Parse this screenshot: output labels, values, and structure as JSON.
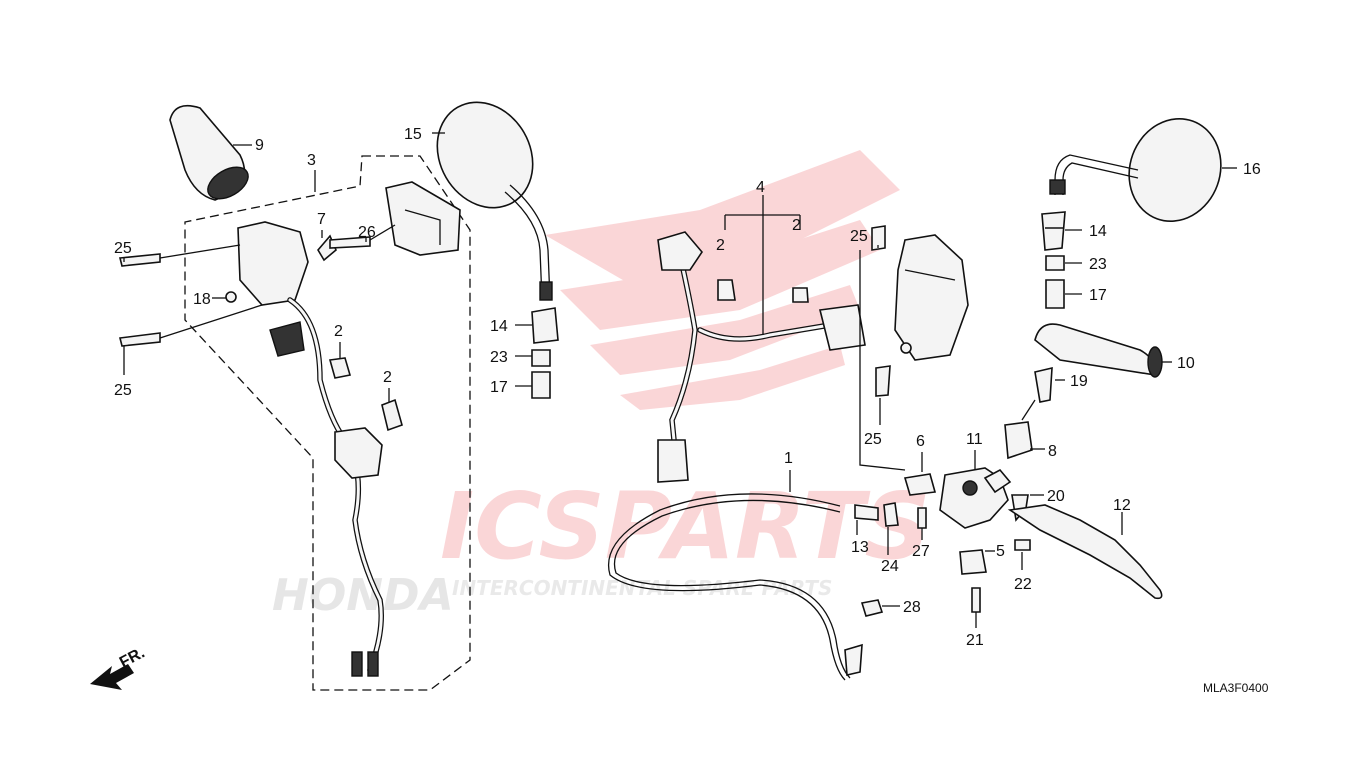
{
  "diagram": {
    "code": "MLA3F0400",
    "front_label": "FR.",
    "watermark": {
      "brand": "ICSPARTS",
      "tagline": "INTERCONTINENTAL SPARE PARTS",
      "maker": "HONDA",
      "color": "#e8202a"
    },
    "callouts": [
      "1",
      "2",
      "2",
      "2",
      "2",
      "3",
      "4",
      "5",
      "6",
      "7",
      "8",
      "9",
      "10",
      "11",
      "12",
      "13",
      "14",
      "14",
      "15",
      "16",
      "17",
      "17",
      "18",
      "19",
      "20",
      "21",
      "22",
      "23",
      "23",
      "24",
      "25",
      "25",
      "25",
      "25",
      "26",
      "27",
      "28"
    ]
  }
}
